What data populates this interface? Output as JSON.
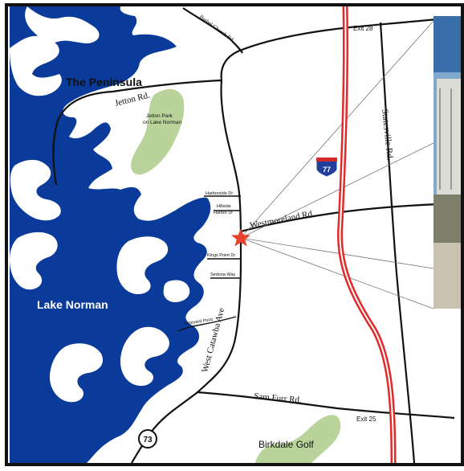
{
  "map": {
    "areas": {
      "peninsula": "The Peninsula",
      "lake": "Lake Norman",
      "park": "Jetton Park\non Lake Norman",
      "golf": "Birkdale Golf"
    },
    "roads": {
      "bethel": "Bethel Church Rd.",
      "jetton": "Jetton Rd.",
      "statesville": "Statesville Rd.",
      "westmoreland": "Westmoreland Rd.",
      "west_catawba": "West Catawba Ave",
      "sam_furr": "Sam Furr Rd.",
      "harborside": "Harborside Dr",
      "hillside": "Hillside Harbor Dr",
      "kings_point": "Kings Point Dr",
      "sedona": "Sedona Way",
      "vineyard": "Vineyard Point"
    },
    "exits": {
      "north": "Exit 28",
      "south": "Exit 25"
    },
    "shields": {
      "interstate": "77",
      "highway": "73"
    },
    "colors": {
      "water": "#0a3a9a",
      "park": "#b9d39a",
      "interstate": "#e32a2a",
      "marker": "#e8422a",
      "road": "#111111",
      "frame": "#111111"
    }
  }
}
